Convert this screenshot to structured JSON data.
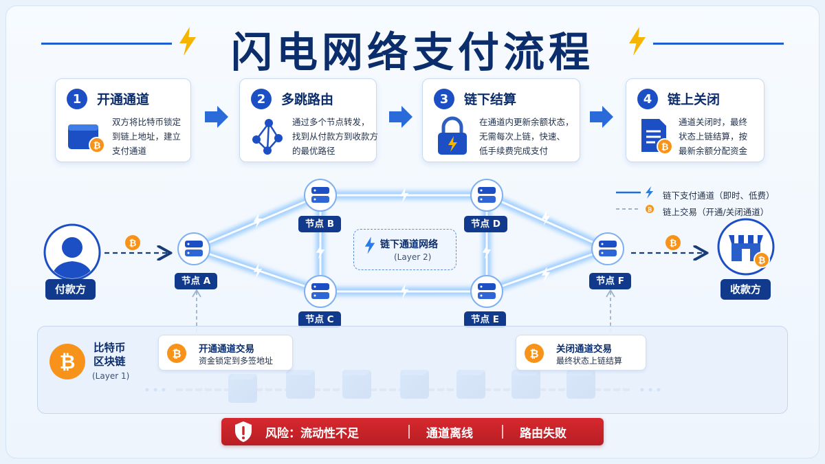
{
  "title": "闪电网络支付流程",
  "steps": [
    {
      "num": "1",
      "title": "开通通道",
      "lines": [
        "双方将比特币锁定",
        "到链上地址，建立",
        "支付通道"
      ]
    },
    {
      "num": "2",
      "title": "多跳路由",
      "lines": [
        "通过多个节点转发，",
        "找到从付款方到收款方",
        "的最优路径"
      ]
    },
    {
      "num": "3",
      "title": "链下结算",
      "lines": [
        "在通道内更新余额状态，",
        "无需每次上链，快速、",
        "低手续费完成支付"
      ]
    },
    {
      "num": "4",
      "title": "链上关闭",
      "lines": [
        "通道关闭时，最终",
        "状态上链结算，按",
        "最新余额分配资金"
      ]
    }
  ],
  "payer": "付款方",
  "payee": "收款方",
  "nodes": {
    "a": "节点 A",
    "b": "节点 B",
    "c": "节点 C",
    "d": "节点 D",
    "e": "节点 E",
    "f": "节点 F"
  },
  "legend": {
    "offchain": "链下支付通道（即时、低费）",
    "onchain": "链上交易（开通/关闭通道）"
  },
  "offchain_box": {
    "title": "链下通道网络",
    "subtitle": "(Layer 2)"
  },
  "blockchain": {
    "title_line1": "比特币",
    "title_line2": "区块链",
    "subtitle": "(Layer 1)"
  },
  "open_tx": {
    "title": "开通通道交易",
    "desc": "资金锁定到多签地址"
  },
  "close_tx": {
    "title": "关闭通道交易",
    "desc": "最终状态上链结算"
  },
  "risk": {
    "label": "风险：流动性不足",
    "item2": "通道离线",
    "item3": "路由失败"
  },
  "colors": {
    "navy": "#0b2d6b",
    "primary": "#1d4fc4",
    "bitcoin": "#f7931a",
    "risk": "#c8232a",
    "channel_glow": "#4aa3ff"
  }
}
